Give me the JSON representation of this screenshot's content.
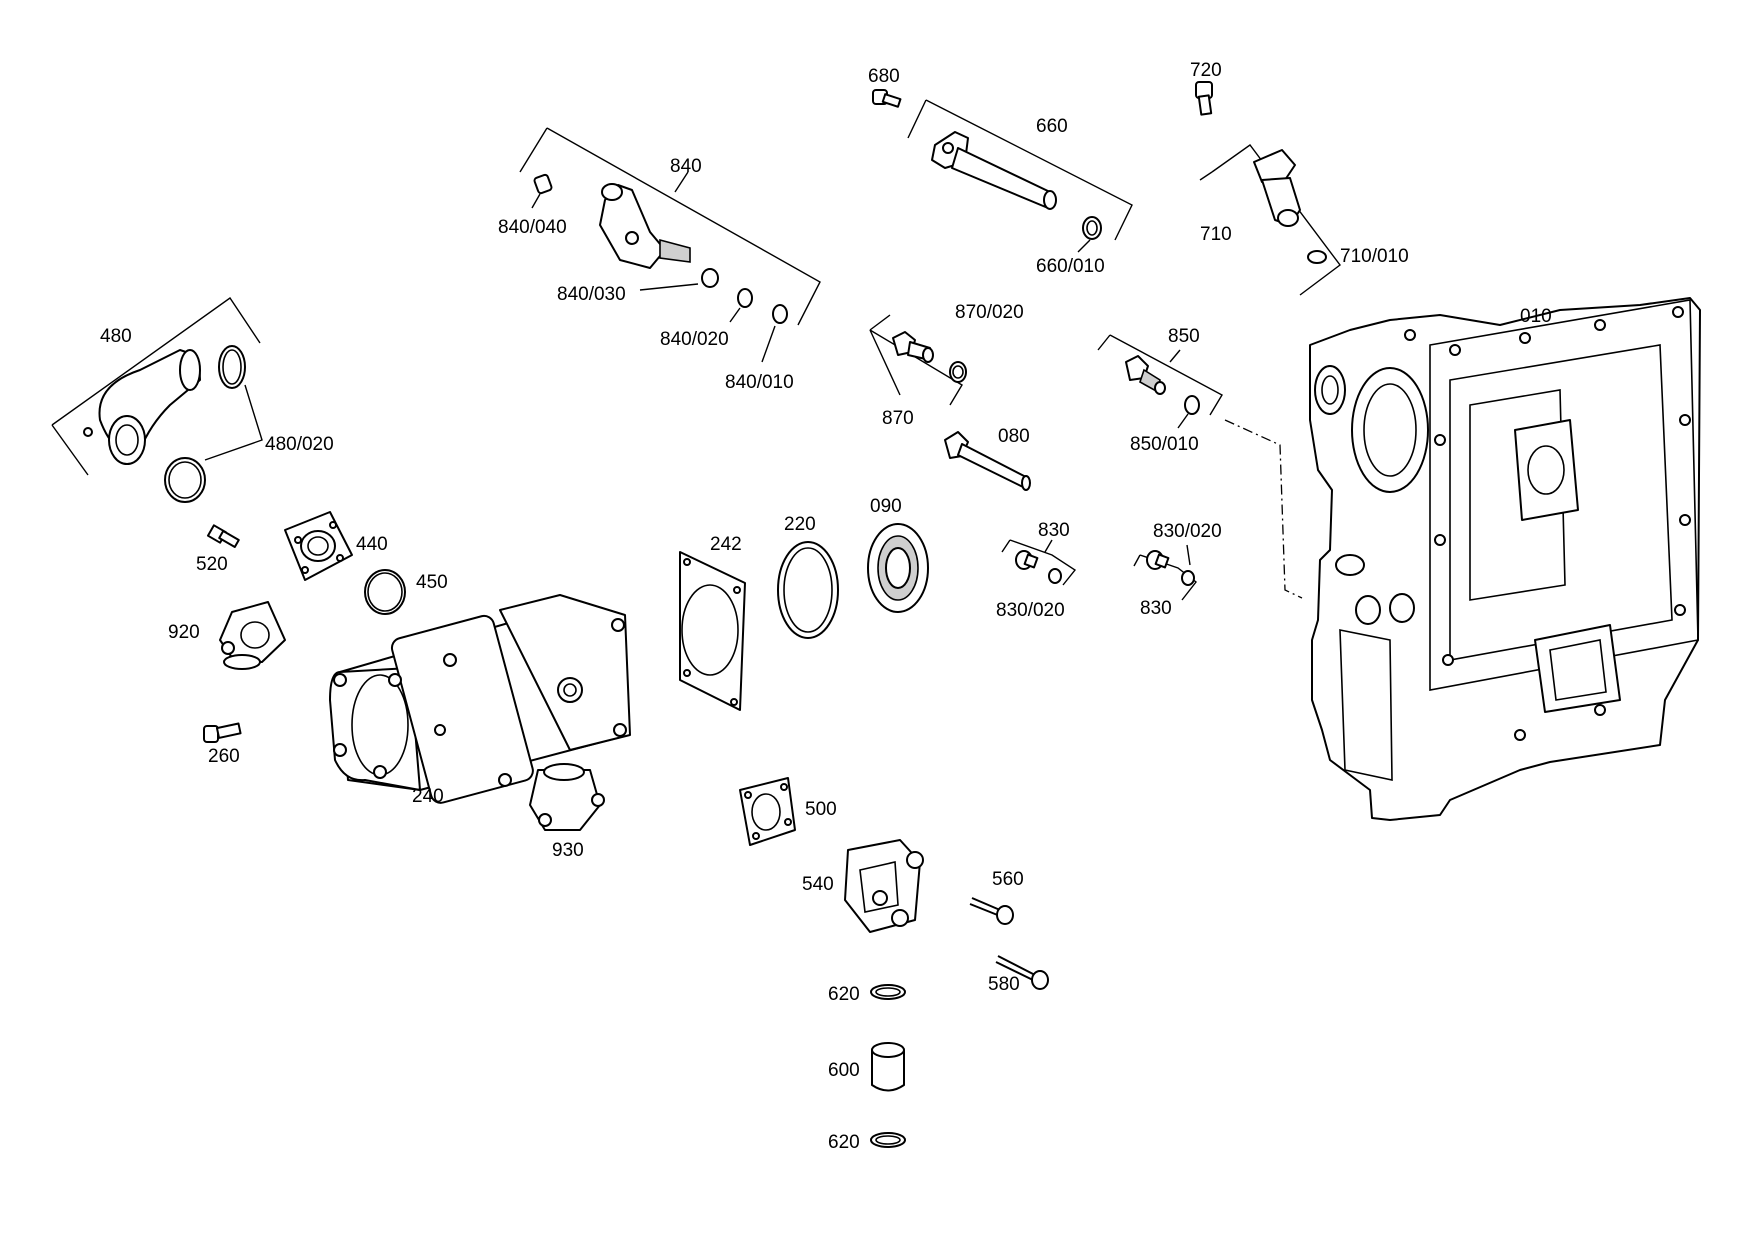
{
  "labels": {
    "p010": "010",
    "p080": "080",
    "p090": "090",
    "p220": "220",
    "p240": "240",
    "p242": "242",
    "p260": "260",
    "p440": "440",
    "p450": "450",
    "p480": "480",
    "p480_020": "480/020",
    "p500": "500",
    "p520": "520",
    "p540": "540",
    "p560": "560",
    "p580": "580",
    "p600": "600",
    "p620a": "620",
    "p620b": "620",
    "p660": "660",
    "p660_010": "660/010",
    "p680": "680",
    "p710": "710",
    "p710_010": "710/010",
    "p720": "720",
    "p830a": "830",
    "p830b": "830",
    "p830_020a": "830/020",
    "p830_020b": "830/020",
    "p840": "840",
    "p840_010": "840/010",
    "p840_020": "840/020",
    "p840_030": "840/030",
    "p840_040": "840/040",
    "p850": "850",
    "p850_010": "850/010",
    "p870": "870",
    "p870_020": "870/020",
    "p920": "920",
    "p930": "930"
  }
}
